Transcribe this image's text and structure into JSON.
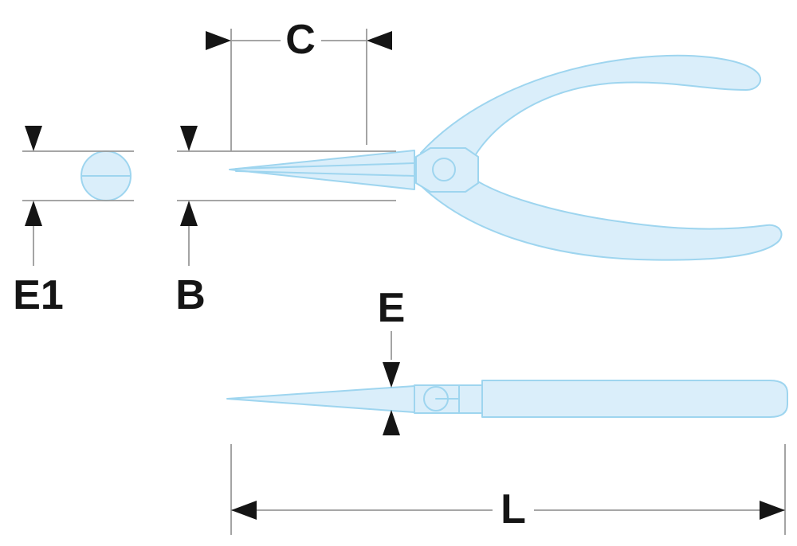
{
  "diagram": {
    "type": "technical-dimension-drawing",
    "labels": {
      "c": "C",
      "e1": "E1",
      "b": "B",
      "e": "E",
      "l": "L"
    },
    "colors": {
      "background": "#ffffff",
      "tool_fill": "#daeefa",
      "tool_stroke": "#9ed5ef",
      "dimension_line": "#9a9a9a",
      "arrow": "#151515",
      "label_text": "#151515"
    }
  }
}
